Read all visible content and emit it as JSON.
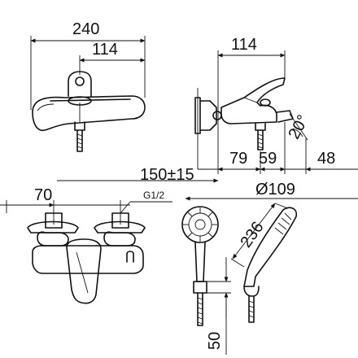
{
  "dimensions": {
    "overall_width": "240",
    "top_spout_width": "114",
    "side_width": "114",
    "angle": "20°",
    "center_offset": "79",
    "spout_offset": "59",
    "depth": "48",
    "center_distance": "150±15",
    "half_offset": "70",
    "thread": "G1/2",
    "head_diameter": "Ø109",
    "shower_length": "236",
    "hose_clearance": "50"
  }
}
